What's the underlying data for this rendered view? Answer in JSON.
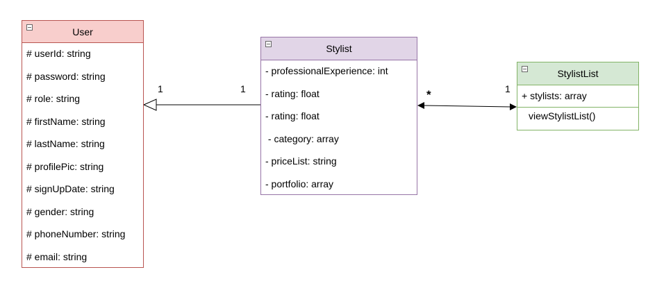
{
  "colors": {
    "user_fill": "#f8cecc",
    "user_stroke": "#b85450",
    "stylist_fill": "#e1d5e7",
    "stylist_stroke": "#9673a6",
    "stylistlist_fill": "#d5e8d4",
    "stylistlist_stroke": "#82b366",
    "edge": "#000000"
  },
  "icons": {
    "collapse": "collapse-icon"
  },
  "user": {
    "title": "User",
    "attributes": [
      "# userId: string",
      "# password: string",
      "# role: string",
      "# firstName: string",
      "# lastName: string",
      "# profilePic: string",
      "# signUpDate: string",
      "# gender: string",
      "# phoneNumber: string",
      "# email: string"
    ]
  },
  "stylist": {
    "title": "Stylist",
    "attributes": [
      "- professionalExperience: int",
      "- rating: float",
      "- rating: float",
      " - category: array",
      "- priceList: string",
      "- portfolio: array"
    ]
  },
  "stylist_list": {
    "title": "StylistList",
    "attributes": [
      "+ stylists: array"
    ],
    "methods": [
      "viewStylistList()"
    ]
  },
  "relations": {
    "inheritance": {
      "from": "Stylist",
      "to": "User",
      "mult_user": "1",
      "mult_stylist": "1"
    },
    "association": {
      "between": [
        "Stylist",
        "StylistList"
      ],
      "mult_stylist": "*",
      "mult_stylistlist": "1"
    }
  }
}
